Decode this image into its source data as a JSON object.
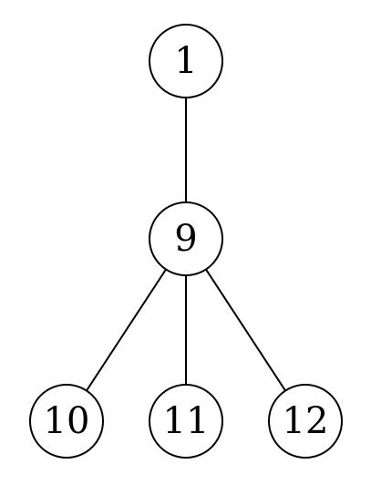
{
  "diagram": {
    "nodes": [
      {
        "id": "1",
        "label": "1"
      },
      {
        "id": "9",
        "label": "9"
      },
      {
        "id": "10",
        "label": "10"
      },
      {
        "id": "11",
        "label": "11"
      },
      {
        "id": "12",
        "label": "12"
      }
    ],
    "edges": [
      {
        "from": "1",
        "to": "9"
      },
      {
        "from": "9",
        "to": "10"
      },
      {
        "from": "9",
        "to": "11"
      },
      {
        "from": "9",
        "to": "12"
      }
    ]
  }
}
